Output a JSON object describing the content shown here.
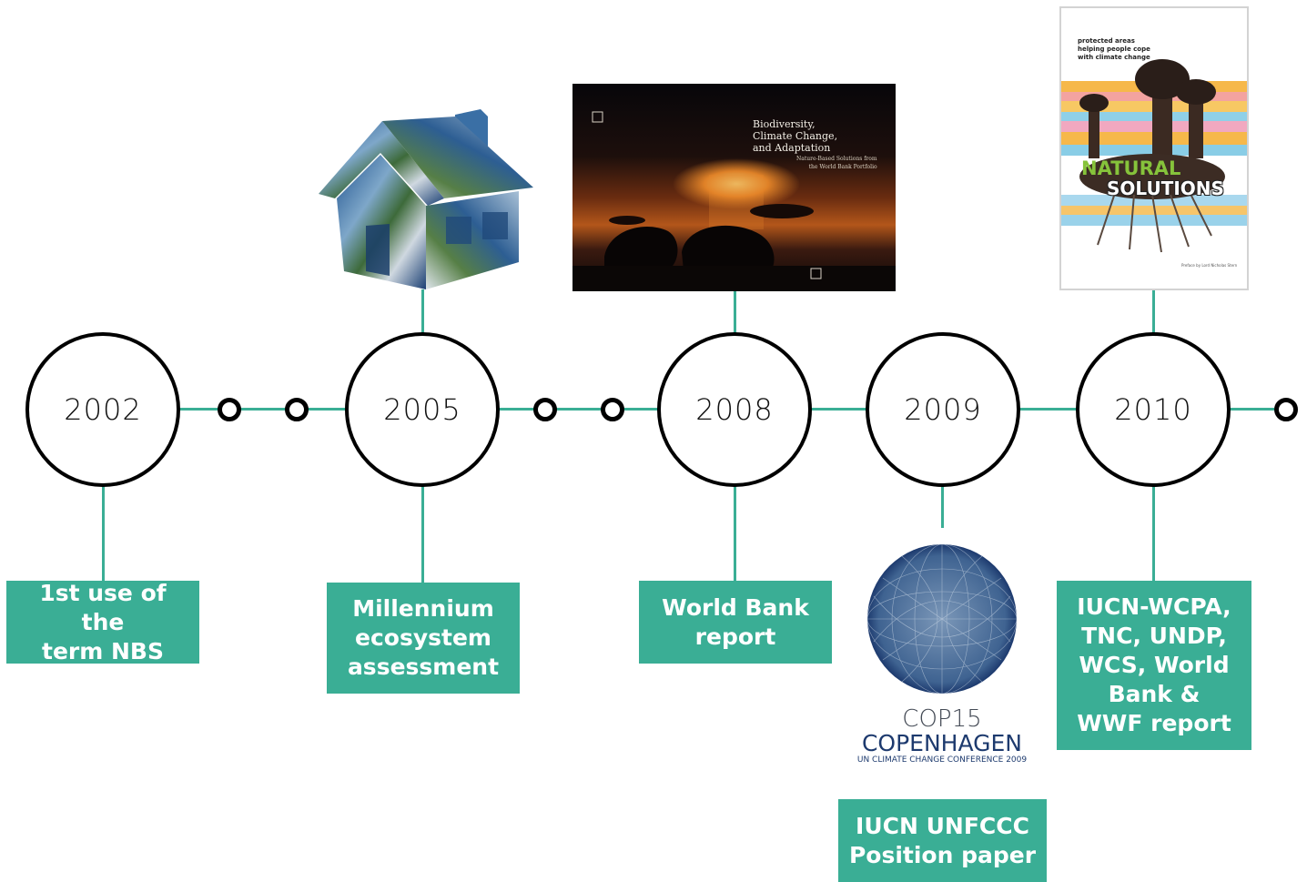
{
  "timeline": {
    "years": [
      {
        "label": "2002"
      },
      {
        "label": "2005"
      },
      {
        "label": "2008"
      },
      {
        "label": "2009"
      },
      {
        "label": "2010"
      }
    ],
    "events": [
      {
        "text": "1st use of the\nterm NBS"
      },
      {
        "text": "Millennium\necosystem\nassessment"
      },
      {
        "text": "World Bank\nreport"
      },
      {
        "text": "IUCN UNFCCC\nPosition paper"
      },
      {
        "text": "IUCN-WCPA,\nTNC, UNDP,\nWCS, World\nBank &\nWWF report"
      }
    ]
  },
  "images": {
    "world_bank_cover": {
      "title": "Biodiversity,\nClimate Change,\nand Adaptation",
      "subtitle": "Nature-Based Solutions from\nthe World Bank Portfolio"
    },
    "natural_solutions_cover": {
      "top_text": "protected areas\nhelping people cope\nwith climate change",
      "title_line1": "NATURAL",
      "title_line2": "SOLUTIONS",
      "preface": "Preface by Lord Nicholas Stern"
    },
    "cop15_logo": {
      "line1": "COP15",
      "line2": "COPENHAGEN",
      "line3": "UN CLIMATE CHANGE CONFERENCE 2009"
    }
  },
  "colors": {
    "accent": "#3aae95",
    "circle_border": "#000000",
    "cop_blue": "#1d3a6e"
  }
}
